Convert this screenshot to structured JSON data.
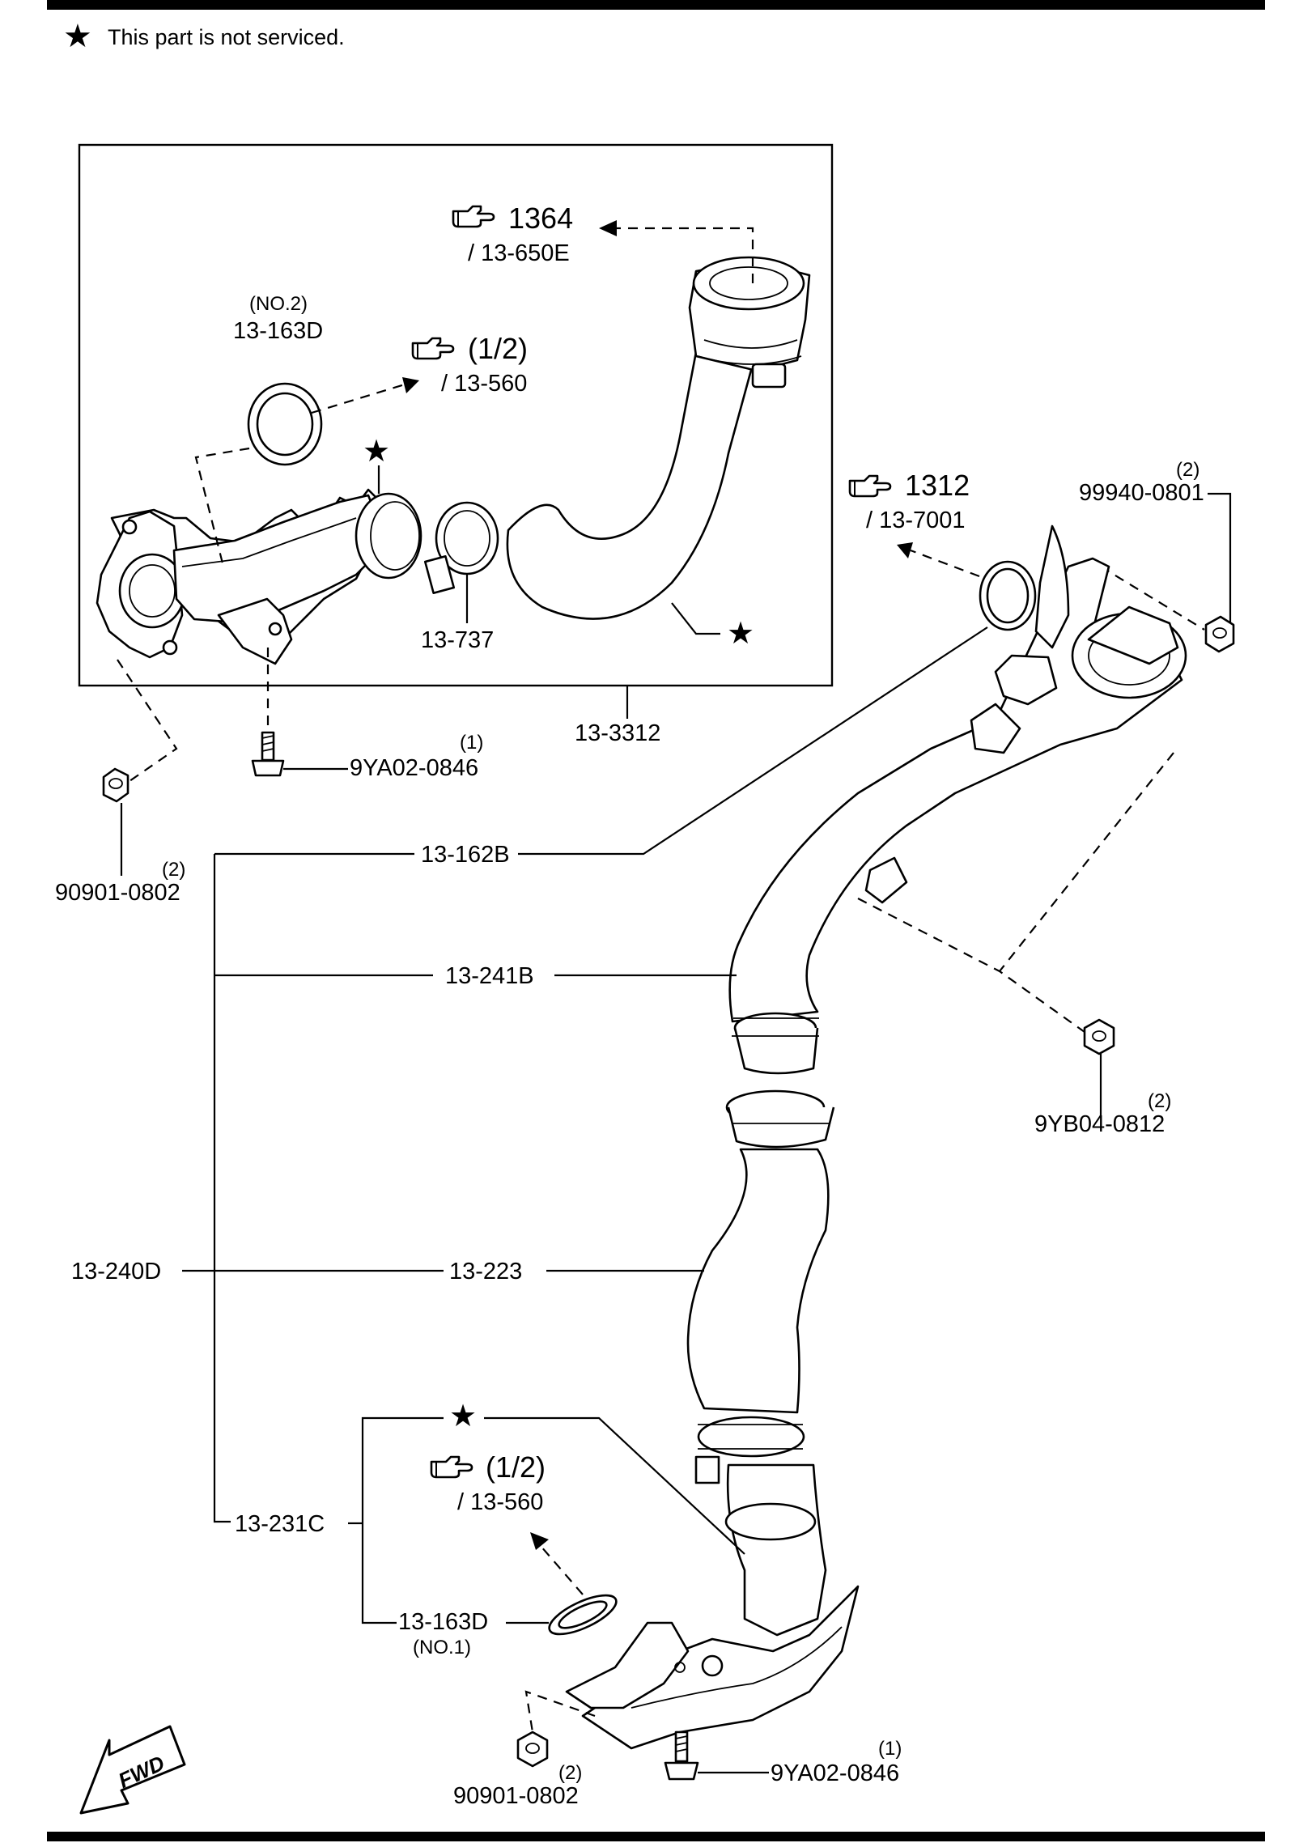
{
  "legend": {
    "symbol": "★",
    "text": "This part is not serviced."
  },
  "star": "★",
  "hand_icon": "pointing-hand-icon",
  "refs": {
    "r1364": {
      "num": "1364",
      "sub": "/ 13-650E"
    },
    "r12_top": {
      "num": "(1/2)",
      "sub": "/ 13-560"
    },
    "r1312": {
      "num": "1312",
      "sub": "/ 13-7001"
    },
    "r12_bottom": {
      "num": "(1/2)",
      "sub": "/ 13-560"
    }
  },
  "parts": {
    "p13_163D_top": {
      "note": "(NO.2)",
      "code": "13-163D"
    },
    "p13_737": {
      "code": "13-737"
    },
    "p13_3312": {
      "code": "13-3312"
    },
    "p99940_0801": {
      "qty": "(2)",
      "code": "99940-0801"
    },
    "p9YA02_0846_top": {
      "qty": "(1)",
      "code": "9YA02-0846"
    },
    "p90901_0802_left": {
      "qty": "(2)",
      "code": "90901-0802"
    },
    "p13_162B": {
      "code": "13-162B"
    },
    "p13_241B": {
      "code": "13-241B"
    },
    "p9YB04_0812": {
      "qty": "(2)",
      "code": "9YB04-0812"
    },
    "p13_240D": {
      "code": "13-240D"
    },
    "p13_223": {
      "code": "13-223"
    },
    "p13_231C": {
      "code": "13-231C"
    },
    "p13_163D_bottom": {
      "code": "13-163D",
      "note": "(NO.1)"
    },
    "p90901_0802_bottom": {
      "qty": "(2)",
      "code": "90901-0802"
    },
    "p9YA02_0846_bottom": {
      "qty": "(1)",
      "code": "9YA02-0846"
    }
  },
  "fwd": "FWD"
}
